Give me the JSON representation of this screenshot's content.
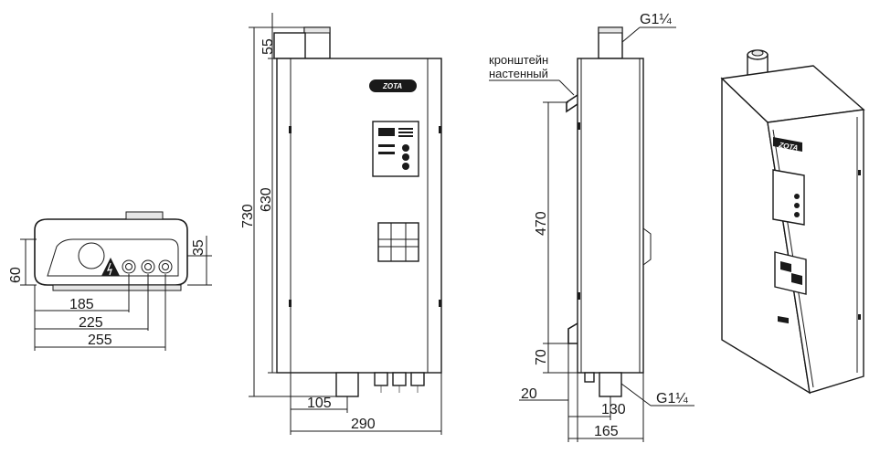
{
  "dimensions": {
    "bottom_view": {
      "height_60": "60",
      "height_35": "35",
      "width_185": "185",
      "width_225": "225",
      "width_255": "255"
    },
    "front_view": {
      "height_55": "55",
      "height_730": "730",
      "height_630": "630",
      "width_105": "105",
      "width_290": "290"
    },
    "side_view": {
      "height_470": "470",
      "height_70": "70",
      "height_20": "20",
      "width_130": "130",
      "width_165": "165"
    }
  },
  "labels": {
    "thread_top": "G1¼",
    "thread_bottom": "G1¼",
    "bracket_line1": "кронштейн",
    "bracket_line2": "настенный",
    "brand_front": "ZOTA",
    "brand_iso": "ZOTA"
  }
}
